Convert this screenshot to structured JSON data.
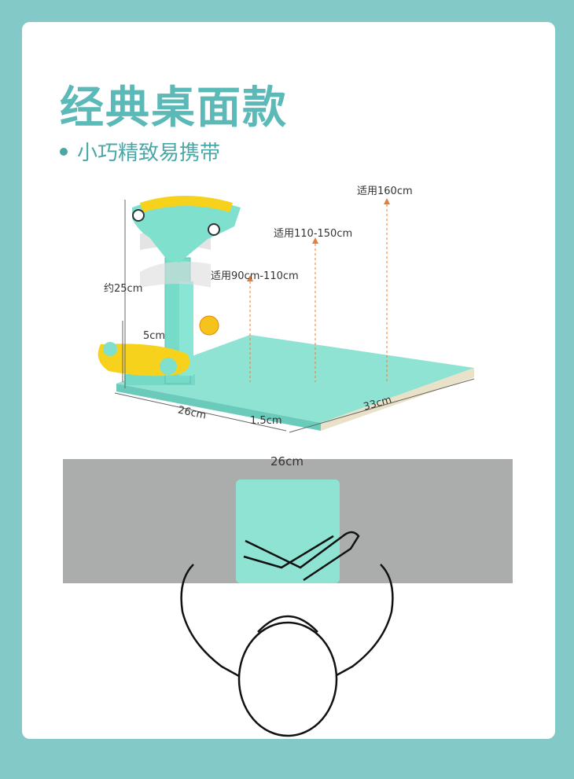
{
  "title": "经典桌面款",
  "subtitle": "小巧精致易携带",
  "labels": {
    "h160": "适用160cm",
    "h110_150": "适用110-150cm",
    "h90_110": "适用90cm-110cm",
    "height25": "约25cm",
    "clip5": "5cm",
    "depth26": "26cm",
    "thick15": "1.5cm",
    "width33": "33cm",
    "top26": "26cm"
  },
  "colors": {
    "frame": "#83c9c8",
    "accent": "#5bb9b8",
    "board": "#8fe3d3",
    "table": "#aaadac"
  }
}
